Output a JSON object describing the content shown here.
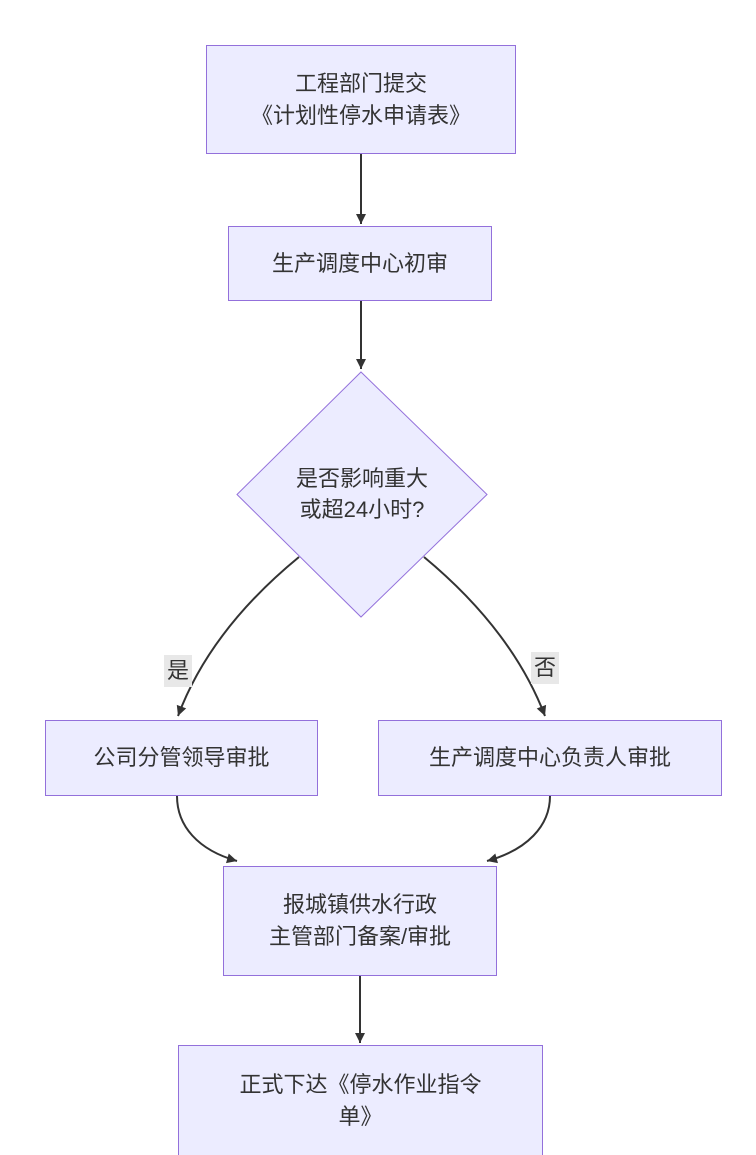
{
  "diagram": {
    "type": "flowchart",
    "direction": "top-down",
    "theme": {
      "node_fill": "#ECECFF",
      "node_border": "#9370DB",
      "text_color": "#333333",
      "edge_color": "#333333",
      "edge_label_bg": "#e8e8e8",
      "background": "#ffffff"
    },
    "nodes": {
      "submit": {
        "shape": "rect",
        "text": "工程部门提交\n《计划性停水申请表》"
      },
      "initial": {
        "shape": "rect",
        "text": "生产调度中心初审"
      },
      "decision": {
        "shape": "diamond",
        "text": "是否影响重大\n或超24小时?"
      },
      "leader": {
        "shape": "rect",
        "text": "公司分管领导审批"
      },
      "center_head": {
        "shape": "rect",
        "text": "生产调度中心负责人审批"
      },
      "gov": {
        "shape": "rect",
        "text": "报城镇供水行政\n主管部门备案/审批"
      },
      "issue": {
        "shape": "rect",
        "text": "正式下达《停水作业指令\n单》"
      }
    },
    "edge_labels": {
      "yes": "是",
      "no": "否"
    },
    "edges": [
      {
        "from": "submit",
        "to": "initial",
        "label": ""
      },
      {
        "from": "initial",
        "to": "decision",
        "label": ""
      },
      {
        "from": "decision",
        "to": "leader",
        "label": "是"
      },
      {
        "from": "decision",
        "to": "center_head",
        "label": "否"
      },
      {
        "from": "leader",
        "to": "gov",
        "label": ""
      },
      {
        "from": "center_head",
        "to": "gov",
        "label": ""
      },
      {
        "from": "gov",
        "to": "issue",
        "label": ""
      }
    ]
  }
}
